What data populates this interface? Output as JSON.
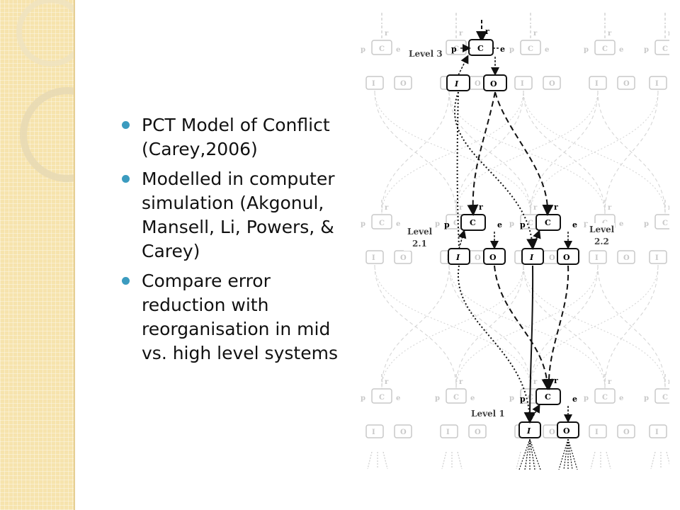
{
  "slide": {
    "bullets": [
      "PCT Model of Conflict (Carey,2006)",
      "Modelled in computer simulation (Akgonul, Mansell, Li, Powers, & Carey)",
      "Compare error reduction with reorganisation in mid vs. high level systems"
    ]
  },
  "figure": {
    "levels": {
      "level3": "Level 3",
      "level21_a": "Level",
      "level21_b": "2.1",
      "level22_a": "Level",
      "level22_b": "2.2",
      "level1": "Level 1"
    },
    "node_labels": {
      "r": "r",
      "p": "p",
      "c": "C",
      "e": "e",
      "i": "I",
      "o": "O"
    }
  },
  "colors": {
    "sidebar": "#f6e3ad",
    "bullet": "#3b9bbf",
    "ghost": "#c8c8c8",
    "ink": "#111111"
  }
}
